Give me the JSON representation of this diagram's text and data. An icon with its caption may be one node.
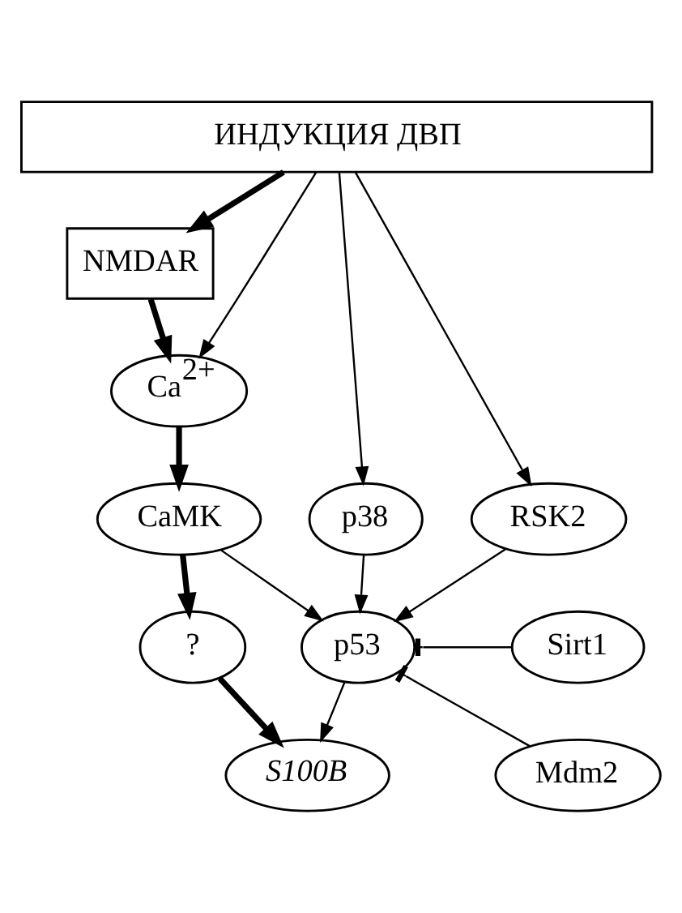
{
  "diagram": {
    "nodes": [
      {
        "text": [
          "ИНДУКЦИЯ ДВП"
        ]
      },
      {
        "text": [
          "NMDAR"
        ]
      },
      {
        "text": [
          "Ca$^{2+}$"
        ]
      },
      {
        "text": [
          "p38"
        ]
      },
      {
        "text": [
          "RSK2"
        ]
      },
      {
        "text": [
          "CaMK"
        ]
      },
      {
        "text": [
          "Sirt1"
        ]
      },
      {
        "text": [
          "p53"
        ]
      },
      {
        "text": [
          "?"
        ]
      },
      {
        "text": [
          "Mdm2"
        ]
      },
      {
        "text": [
          "S100B"
        ]
      }
    ],
    "edges": [
      {
        "from": 0,
        "to": 3,
        "arrow": "to"
      },
      {
        "from": 0,
        "to": 4,
        "arrow": "to"
      },
      {
        "from": 0,
        "to": 1,
        "arrow": "to",
        "style": "thick"
      },
      {
        "from": 0,
        "to": 2,
        "arrow": "to"
      },
      {
        "from": 1,
        "to": 2,
        "arrow": "to",
        "style": "thick"
      },
      {
        "from": 2,
        "to": 5,
        "arrow": "to",
        "style": "thick"
      },
      {
        "from": 3,
        "to": 7,
        "arrow": "to"
      },
      {
        "from": 4,
        "to": 7,
        "arrow": "to"
      },
      {
        "from": 5,
        "to": 7,
        "arrow": "to"
      },
      {
        "from": 5,
        "to": 8,
        "arrow": "to",
        "style": "thick"
      },
      {
        "from": 6,
        "to": 7,
        "arrow": "other"
      },
      {
        "from": 9,
        "to": 7,
        "arrow": "other"
      },
      {
        "from": 7,
        "to": 10,
        "arrow": "to"
      },
      {
        "from": 8,
        "to": 10,
        "arrow": "to",
        "style": "thick"
      }
    ]
  }
}
